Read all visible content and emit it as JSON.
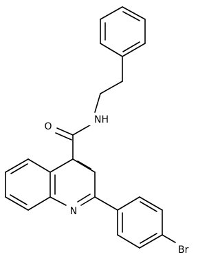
{
  "molecule": {
    "atoms": {
      "oxygen": "O",
      "amide_nh": "NH",
      "ring_n": "N",
      "bromine": "Br"
    }
  },
  "colors": {
    "background": "#ffffff",
    "bond": "#000000",
    "label": "#000000"
  }
}
